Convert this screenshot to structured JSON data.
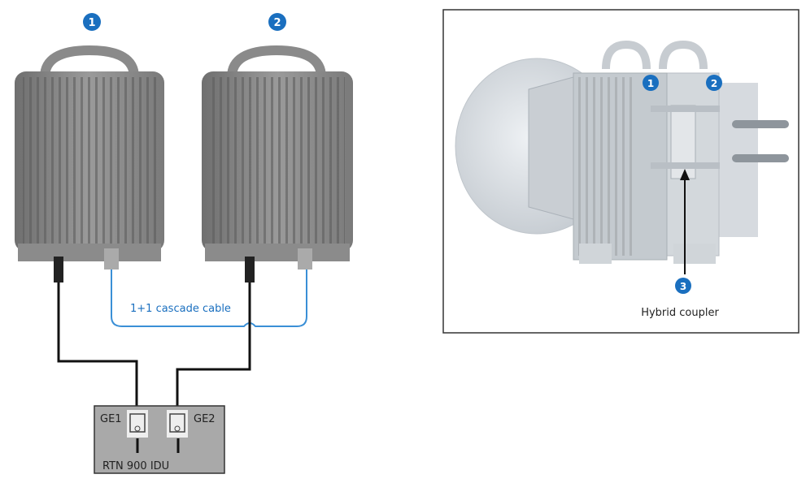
{
  "left_diagram": {
    "odu_badges": [
      "1",
      "2"
    ],
    "cascade_cable_label": "1+1 cascade cable",
    "idu": {
      "label": "RTN 900 IDU",
      "port1": "GE1",
      "port2": "GE2"
    }
  },
  "right_panel": {
    "badges": [
      "1",
      "2",
      "3"
    ],
    "coupler_label": "Hybrid coupler"
  },
  "colors": {
    "badge": "#1a6fbf",
    "cascade_cable": "#3a8fd6",
    "idu_fill": "#a9a9a9"
  }
}
